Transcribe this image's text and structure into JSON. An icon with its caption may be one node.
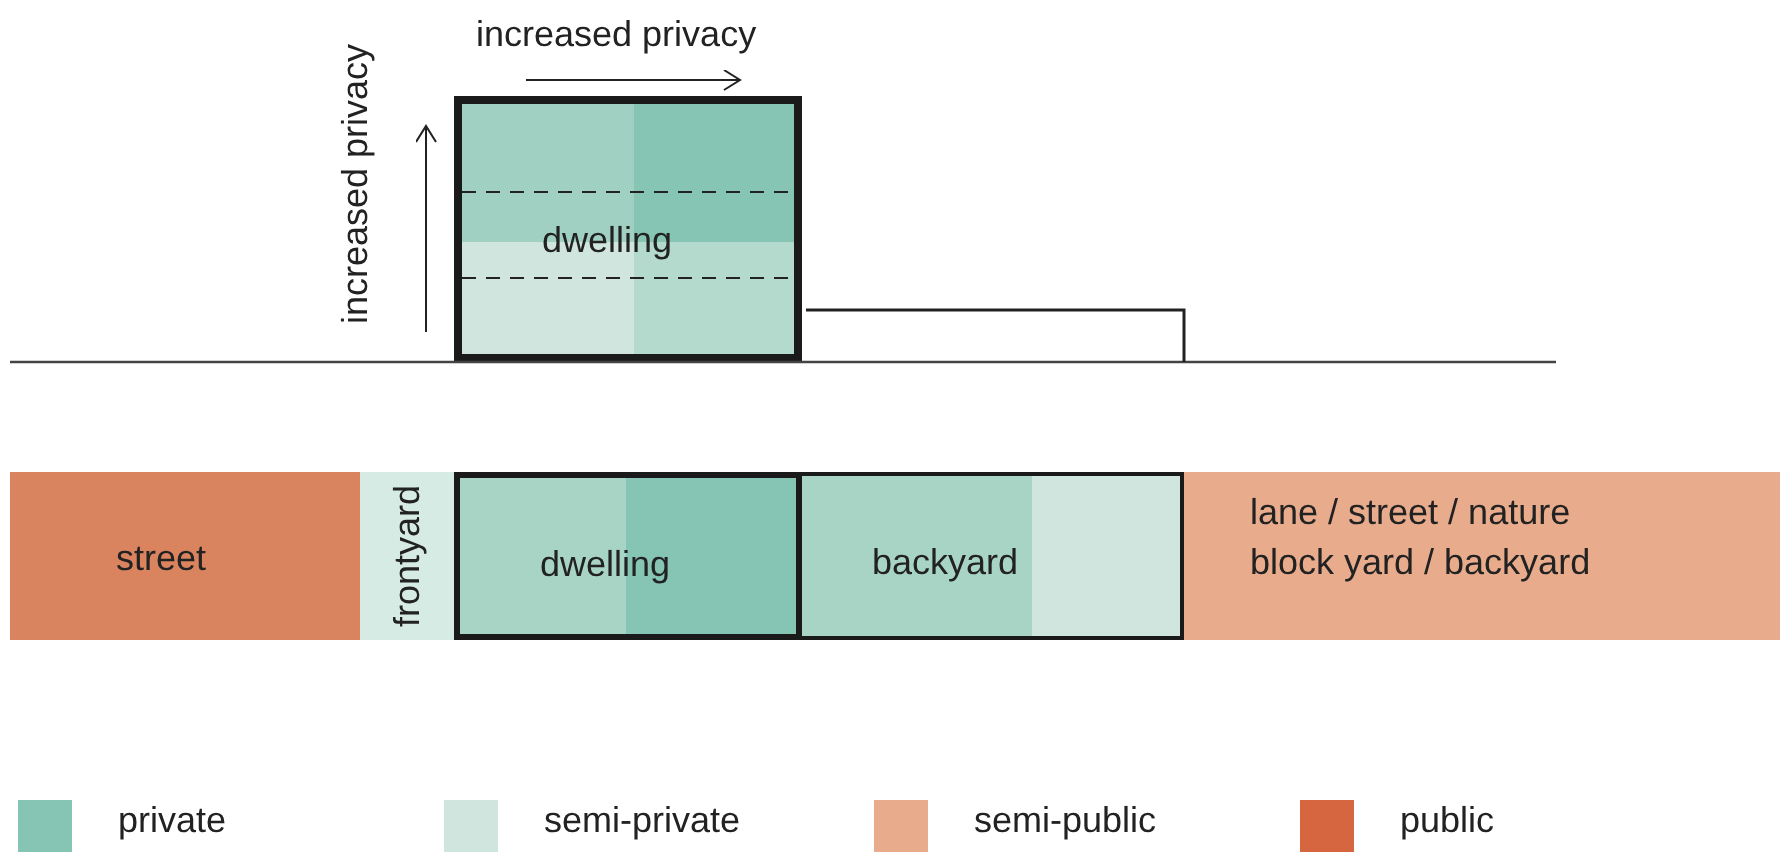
{
  "diagram": {
    "nodes": [
      {
        "text": [
          "dwelling"
        ]
      },
      {
        "text": [
          "street"
        ]
      },
      {
        "text": [
          "frontyard"
        ]
      },
      {
        "text": [
          "dwelling"
        ]
      },
      {
        "text": [
          "backyard"
        ]
      },
      {
        "text": [
          "lane / street / nature block yard / backyard"
        ]
      }
    ],
    "edges": [],
    "labels": [
      "increased privacy",
      "increased privacy"
    ],
    "legend": [
      {
        "text": "private",
        "color": "#86c5b3"
      },
      {
        "text": "semi-private",
        "color": "#cfe5dd"
      },
      {
        "text": "semi-public",
        "color": "#e8ab8c"
      },
      {
        "text": "public",
        "color": "#d6663f"
      }
    ]
  }
}
